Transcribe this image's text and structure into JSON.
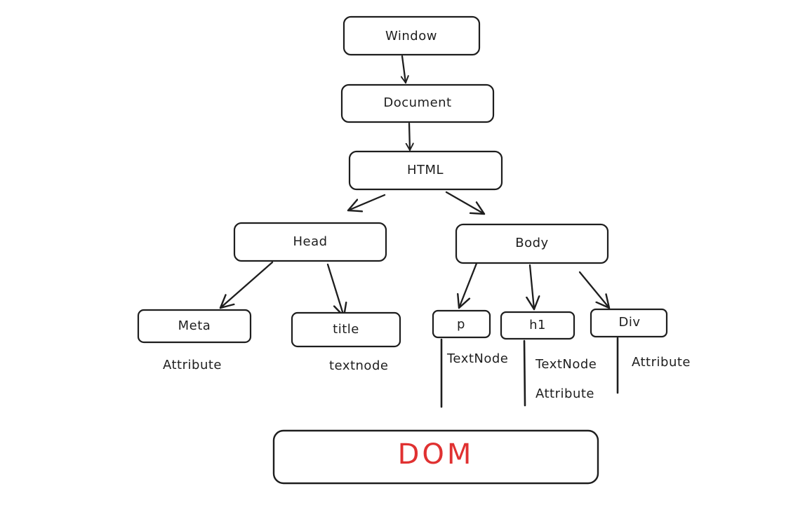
{
  "nodes": {
    "window": "Window",
    "document": "Document",
    "html": "HTML",
    "head": "Head",
    "body": "Body",
    "meta": "Meta",
    "title": "title",
    "p": "p",
    "h1": "h1",
    "div": "Div"
  },
  "leaves": {
    "meta_attr": "Attribute",
    "title_text": "textnode",
    "p_text": "TextNode",
    "h1_text": "TextNode",
    "h1_attr": "Attribute",
    "div_attr": "Attribute"
  },
  "dom_title": "DOM",
  "colors": {
    "stroke": "#1e1e1e",
    "accent": "#e03131",
    "background": "#ffffff"
  }
}
